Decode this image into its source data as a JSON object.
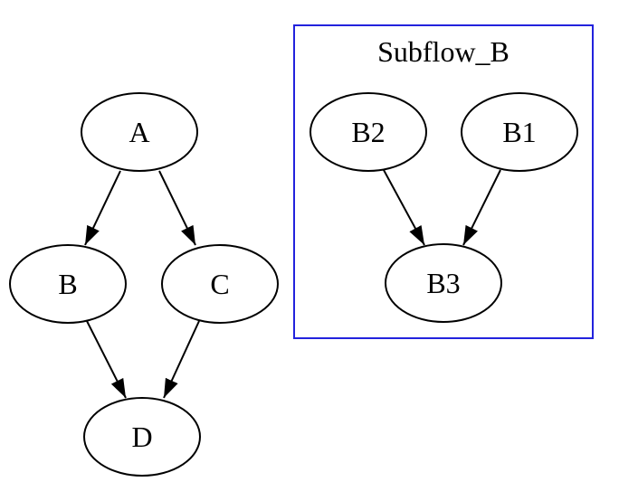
{
  "diagram": {
    "type": "directed-graph",
    "background_color": "#ffffff",
    "node_stroke_color": "#000000",
    "edge_color": "#000000",
    "text_color": "#000000",
    "nodes": {
      "A": {
        "label": "A"
      },
      "B": {
        "label": "B"
      },
      "C": {
        "label": "C"
      },
      "D": {
        "label": "D"
      },
      "B2": {
        "label": "B2"
      },
      "B1": {
        "label": "B1"
      },
      "B3": {
        "label": "B3"
      }
    },
    "edges": [
      {
        "from": "A",
        "to": "B"
      },
      {
        "from": "A",
        "to": "C"
      },
      {
        "from": "B",
        "to": "D"
      },
      {
        "from": "C",
        "to": "D"
      },
      {
        "from": "B2",
        "to": "B3"
      },
      {
        "from": "B1",
        "to": "B3"
      }
    ],
    "cluster": {
      "label": "Subflow_B",
      "border_color": "#2222dd",
      "members": [
        "B2",
        "B1",
        "B3"
      ]
    }
  }
}
